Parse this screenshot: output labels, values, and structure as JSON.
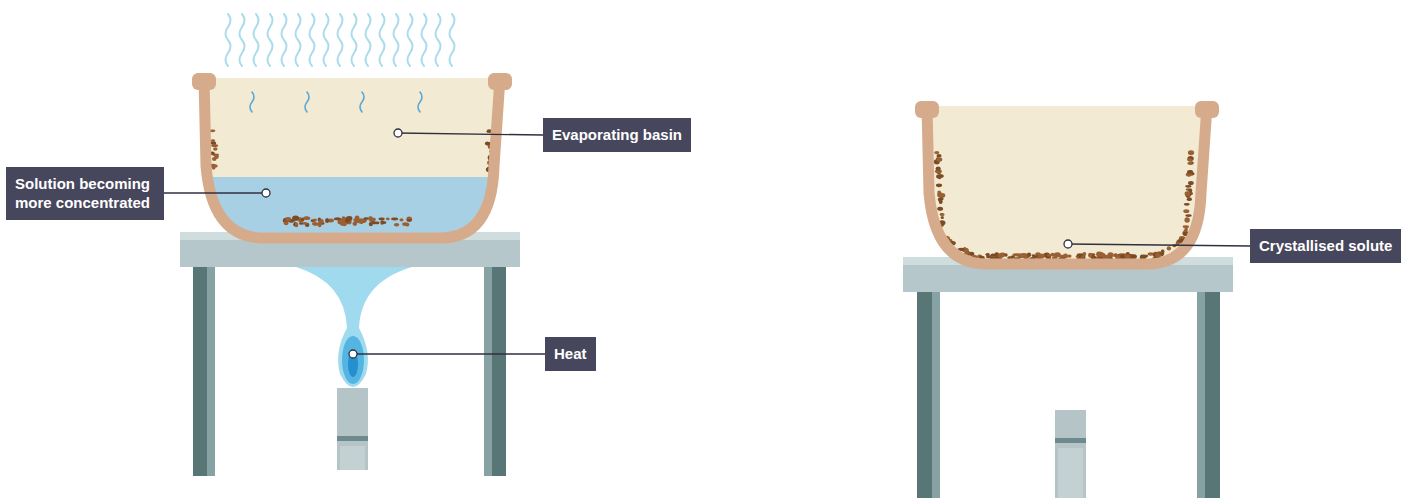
{
  "diagram": {
    "nodes": [
      {
        "text": [
          "Solution becoming more concentrated"
        ]
      },
      {
        "text": [
          "Evaporating basin"
        ]
      },
      {
        "text": [
          "Heat"
        ]
      },
      {
        "text": [
          "Crystallised solute"
        ]
      }
    ]
  }
}
